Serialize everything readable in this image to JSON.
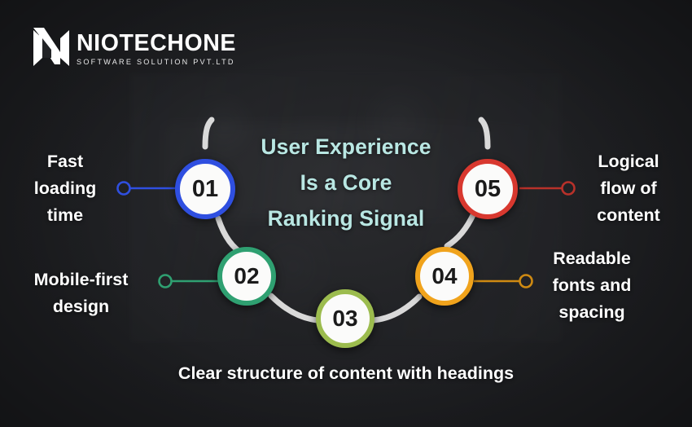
{
  "brand": {
    "name": "NIOTECHONE",
    "tagline": "SOFTWARE SOLUTION PVT.LTD",
    "logo_icon": "niotechone-n-monogram"
  },
  "title": {
    "line1": "User Experience",
    "line2": "Is a Core",
    "line3": "Ranking Signal",
    "color": "#b9e7e3"
  },
  "caption": {
    "text": "Clear structure of content with headings"
  },
  "background": {
    "base_color": "#222326",
    "arc_color": "#d9d9d9"
  },
  "nodes": [
    {
      "number": "01",
      "label": "Fast loading time",
      "label_lines": [
        "Fast",
        "loading",
        "time"
      ],
      "color": "#2f4fe0",
      "side": "left"
    },
    {
      "number": "02",
      "label": "Mobile-first design",
      "label_lines": [
        "Mobile-first",
        "design"
      ],
      "color": "#2fa071",
      "side": "left"
    },
    {
      "number": "03",
      "label": "Clear structure of content with headings",
      "label_lines": [
        "Clear structure of content with headings"
      ],
      "color": "#9cbc4e",
      "side": "bottom"
    },
    {
      "number": "04",
      "label": "Readable fonts and spacing",
      "label_lines": [
        "Readable",
        "fonts and",
        "spacing"
      ],
      "color": "#f0a31c",
      "side": "right"
    },
    {
      "number": "05",
      "label": "Logical flow of content",
      "label_lines": [
        "Logical",
        "flow of",
        "content"
      ],
      "color": "#d8382f",
      "side": "right"
    }
  ]
}
